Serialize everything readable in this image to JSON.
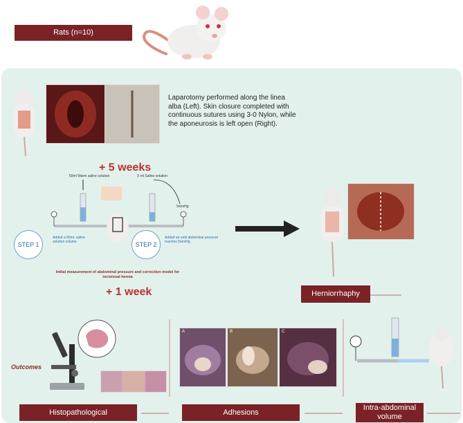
{
  "header": {
    "group_label": "Rats (n=10)"
  },
  "laparotomy": {
    "description": "Laparotomy performed along the linea alba (Left). Skin closure completed with continuous sutures using 3-0 Nylon, while the aponeurosis is left open (Right)."
  },
  "timeline": {
    "five_weeks": "+ 5 weeks",
    "one_week": "+ 1 week"
  },
  "pressure_setup": {
    "warm_saline": "60ml Warm saline solution",
    "x_ml_saline": "X ml Saline solution",
    "pressure_unit": "5mmHg",
    "step1": "STEP 1",
    "step2": "STEP 2",
    "step1_note": "Added a 60mL saline solution volume",
    "step2_note": "Added air until abdominal pressure reaches 5mmHg",
    "caption": "Initial measurement of abdominal pressure and correction model for incisional hernia"
  },
  "herniorrhaphy": {
    "label": "Herniorrhaphy"
  },
  "outcomes": {
    "title": "Outcomes",
    "histopathological": "Histopathological",
    "adhesions": "Adhesions",
    "intra_abdominal": "Intra-abdominal volume",
    "photo_labels": [
      "A",
      "B",
      "C"
    ]
  },
  "colors": {
    "accent_red": "#7a2226",
    "weeks_red": "#b8332e",
    "panel": "#e3f1ec",
    "step_blue": "#2b6ea3"
  }
}
